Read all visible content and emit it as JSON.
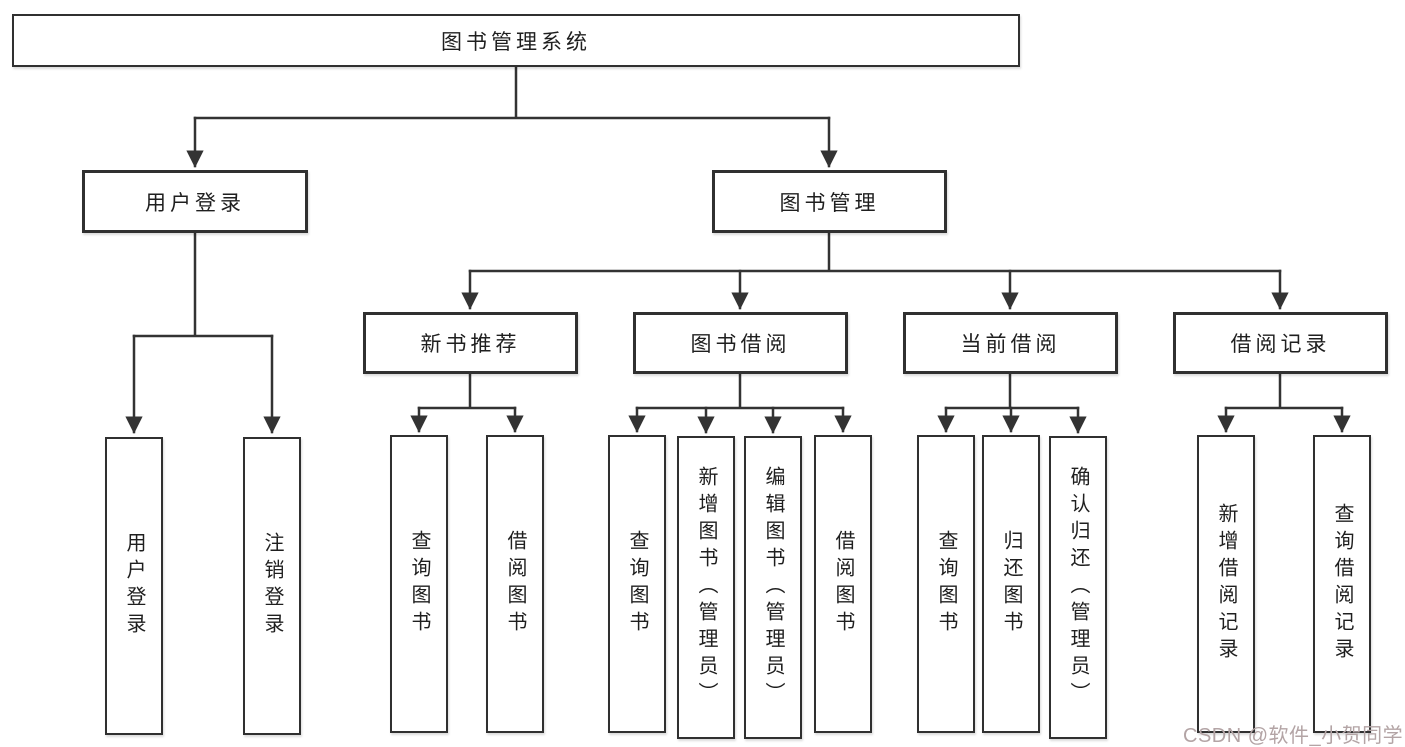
{
  "title": "图书管理系统",
  "tree": {
    "label": "图书管理系统",
    "children": [
      {
        "label": "用户登录",
        "children": [
          {
            "label": "用户登录"
          },
          {
            "label": "注销登录"
          }
        ]
      },
      {
        "label": "图书管理",
        "children": [
          {
            "label": "新书推荐",
            "children": [
              {
                "label": "查询图书"
              },
              {
                "label": "借阅图书"
              }
            ]
          },
          {
            "label": "图书借阅",
            "children": [
              {
                "label": "查询图书"
              },
              {
                "label": "新增图书（管理员）"
              },
              {
                "label": "编辑图书（管理员）"
              },
              {
                "label": "借阅图书"
              }
            ]
          },
          {
            "label": "当前借阅",
            "children": [
              {
                "label": "查询图书"
              },
              {
                "label": "归还图书"
              },
              {
                "label": "确认归还（管理员）"
              }
            ]
          },
          {
            "label": "借阅记录",
            "children": [
              {
                "label": "新增借阅记录"
              },
              {
                "label": "查询借阅记录"
              }
            ]
          }
        ]
      }
    ]
  },
  "watermark": {
    "text": "CSDN @软件_小贺同学"
  },
  "colors": {
    "background": "#ffffff",
    "line": "#333333",
    "box_border": "#303030",
    "text": "#1f1f1f",
    "watermark": "#b3a4a5"
  }
}
